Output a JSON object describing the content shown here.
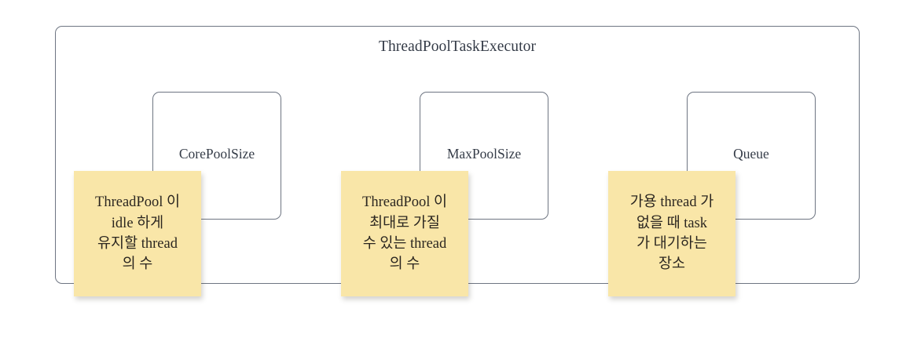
{
  "diagram": {
    "container": {
      "title": "ThreadPoolTaskExecutor",
      "border_color": "#6e7582",
      "background": "#ffffff"
    },
    "components": [
      {
        "label": "CorePoolSize",
        "note": "ThreadPool 이\nidle 하게\n유지할 thread\n의 수"
      },
      {
        "label": "MaxPoolSize",
        "note": "ThreadPool 이\n최대로 가질\n수 있는 thread\n의 수"
      },
      {
        "label": "Queue",
        "note": "가용 thread 가\n없을 때 task\n가 대기하는\n장소"
      }
    ],
    "note_style": {
      "fill": "#f9e6a8",
      "text_color": "#2b2620"
    },
    "text_color": "#343b47"
  }
}
